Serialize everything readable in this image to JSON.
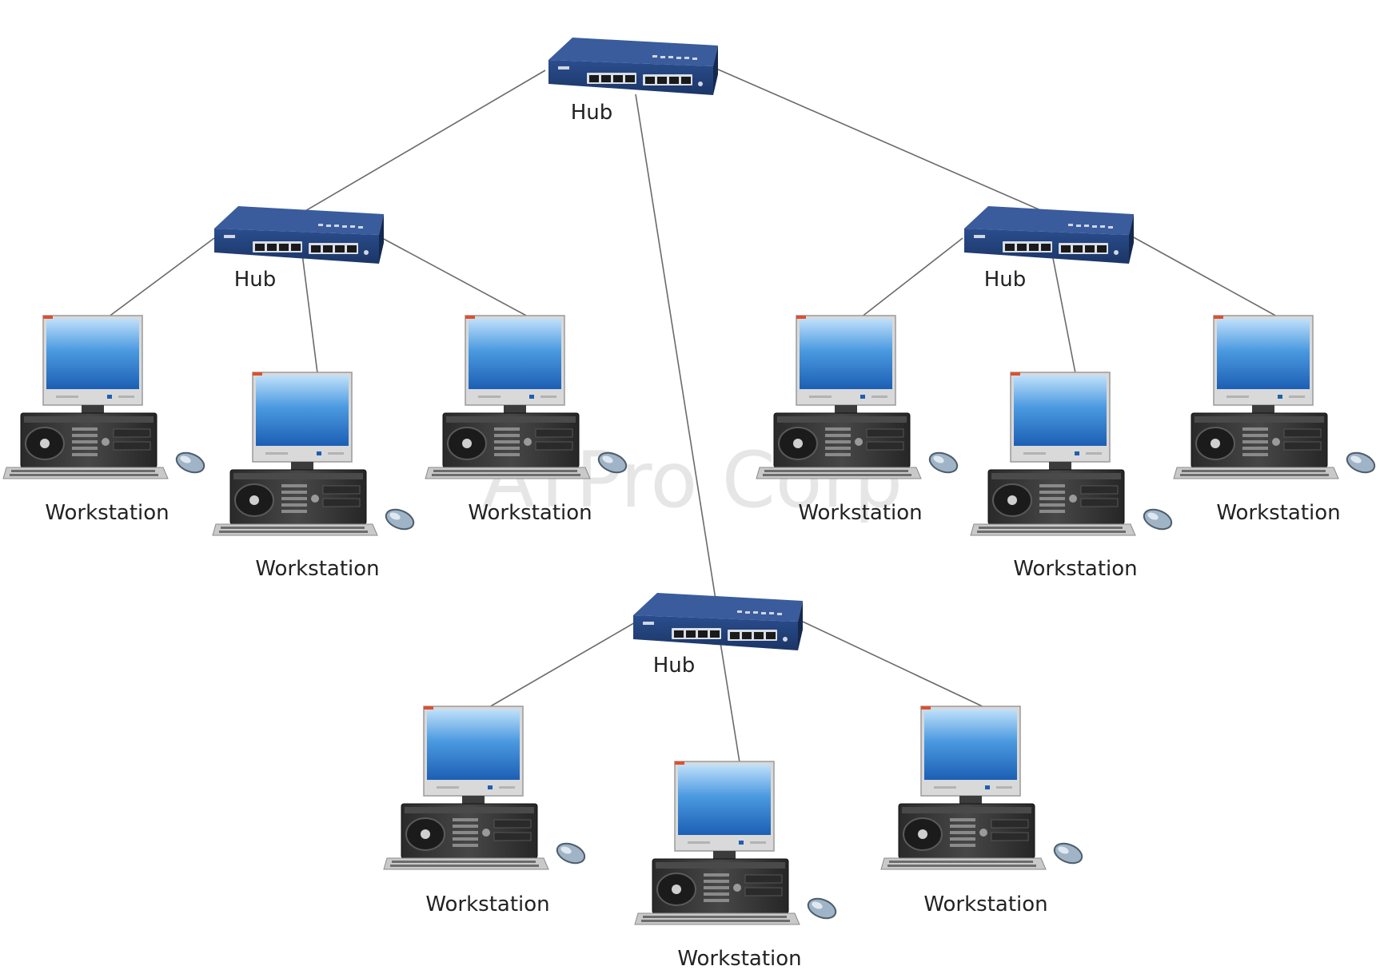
{
  "diagram": {
    "watermark": "ATPro Corp",
    "hub_label": "Hub",
    "workstation_label": "Workstation",
    "hubs": [
      {
        "id": "hub-root",
        "label": "Hub"
      },
      {
        "id": "hub-left",
        "label": "Hub"
      },
      {
        "id": "hub-right",
        "label": "Hub"
      },
      {
        "id": "hub-bottom",
        "label": "Hub"
      }
    ],
    "workstations": [
      {
        "id": "ws-left-1",
        "label": "Workstation",
        "hub": "hub-left"
      },
      {
        "id": "ws-left-2",
        "label": "Workstation",
        "hub": "hub-left"
      },
      {
        "id": "ws-left-3",
        "label": "Workstation",
        "hub": "hub-left"
      },
      {
        "id": "ws-right-1",
        "label": "Workstation",
        "hub": "hub-right"
      },
      {
        "id": "ws-right-2",
        "label": "Workstation",
        "hub": "hub-right"
      },
      {
        "id": "ws-right-3",
        "label": "Workstation",
        "hub": "hub-right"
      },
      {
        "id": "ws-bottom-1",
        "label": "Workstation",
        "hub": "hub-bottom"
      },
      {
        "id": "ws-bottom-2",
        "label": "Workstation",
        "hub": "hub-bottom"
      },
      {
        "id": "ws-bottom-3",
        "label": "Workstation",
        "hub": "hub-bottom"
      }
    ],
    "colors": {
      "hub_body": "#1f3a6e",
      "screen": "#3f8fd9",
      "link": "#666666"
    }
  }
}
